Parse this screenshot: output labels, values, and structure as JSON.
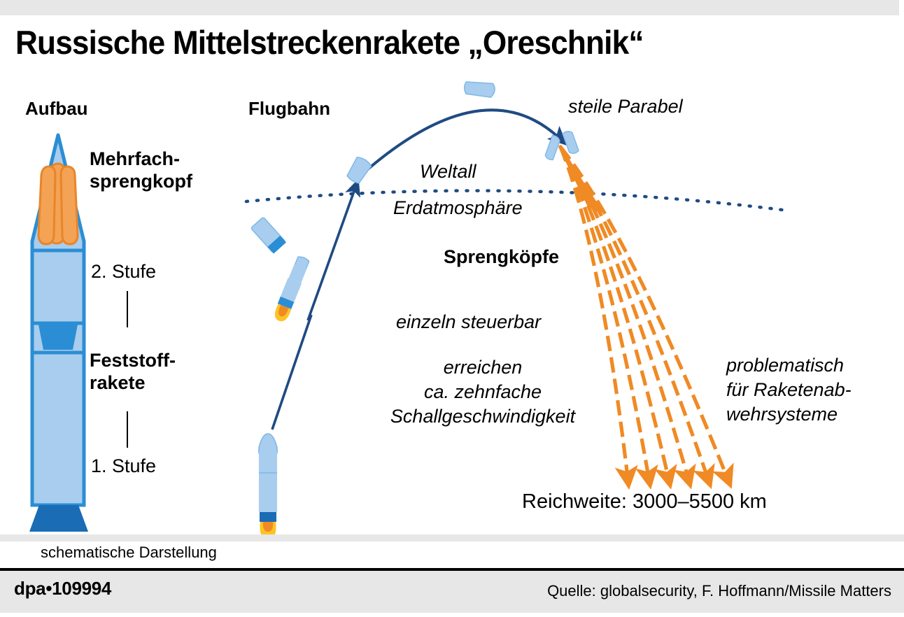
{
  "title": "Russische Mittelstreckenrakete „Oreschnik“",
  "sections": {
    "aufbau_head": "Aufbau",
    "flugbahn_head": "Flugbahn"
  },
  "rocket_labels": {
    "warhead": "Mehrfach-\nsprengkopf",
    "stage2": "2. Stufe",
    "solid_fuel": "Feststoff-\nrakete",
    "stage1": "1. Stufe"
  },
  "trajectory_labels": {
    "steep_parabola": "steile Parabel",
    "space": "Weltall",
    "atmosphere": "Erdatmosphäre",
    "warheads": "Sprengköpfe",
    "individually_steerable": "einzeln steuerbar",
    "speed_line1": "erreichen",
    "speed_line2": "ca. zehnfache",
    "speed_line3": "Schallgeschwindigkeit",
    "problematic_line1": "problematisch",
    "problematic_line2": "für Raketenab-",
    "problematic_line3": "wehrsysteme",
    "range": "Reichweite: 3000–5500 km"
  },
  "footer": {
    "schematic_note": "schematische Darstellung",
    "credit": "dpa•109994",
    "source": "Quelle: globalsecurity, F. Hoffmann/Missile Matters"
  },
  "colors": {
    "body_light_blue": "#a8cdee",
    "outline_blue": "#2b8ed4",
    "dark_blue": "#1a6cb5",
    "navy": "#1f4b82",
    "orange": "#f08a24",
    "orange_warhead": "#f4a254",
    "yellow": "#fcc427",
    "gray_bar": "#e7e7e7"
  },
  "chart_data": {
    "type": "diagram",
    "title": "Russische Mittelstreckenrakete „Oreschnik“",
    "range_km": [
      3000,
      5500
    ],
    "warhead_count_nosecone": 3,
    "descent_trail_count": 6,
    "stages": [
      "1. Stufe",
      "2. Stufe",
      "Mehrfachsprengkopf"
    ],
    "speed_note": "ca. zehnfache Schallgeschwindigkeit"
  }
}
